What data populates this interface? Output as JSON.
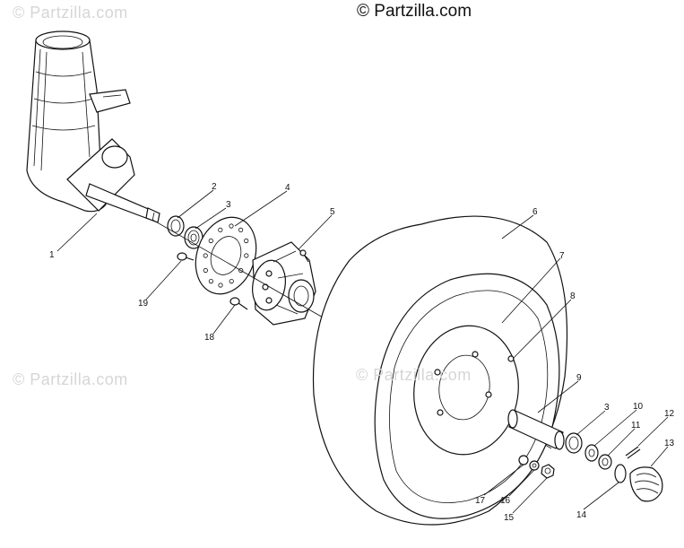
{
  "copyright": "© Partzilla.com",
  "watermarks": [
    "© Partzilla.com",
    "© Partzilla.com",
    "© Partzilla.com"
  ],
  "callouts": [
    "1",
    "2",
    "3",
    "4",
    "5",
    "6",
    "7",
    "8",
    "9",
    "3",
    "10",
    "11",
    "12",
    "13",
    "14",
    "15",
    "16",
    "17",
    "18",
    "19"
  ]
}
